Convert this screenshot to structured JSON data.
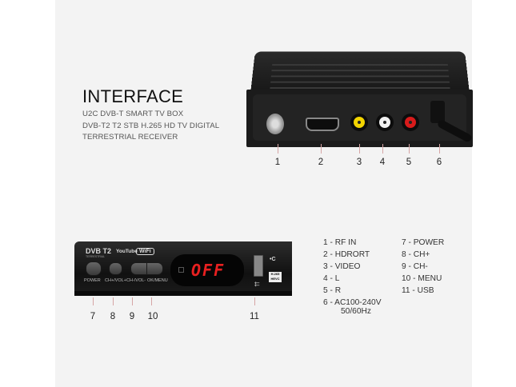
{
  "header": {
    "title": "INTERFACE",
    "subtitle_lines": [
      "U2C DVB-T SMART TV BOX",
      "DVB-T2 T2 STB H.265 HD TV DIGITAL",
      "TERRESTRIAL RECEIVER"
    ]
  },
  "back_view": {
    "callouts": [
      "1",
      "2",
      "3",
      "4",
      "5",
      "6"
    ],
    "rca_colors": {
      "video": "#f2d400",
      "left": "#f0f0f0",
      "right": "#d81b1b"
    }
  },
  "front_view": {
    "logos": {
      "dvb": "DVB T2",
      "dvb_sub": "TERRESTRIAL",
      "youtube": "YouTube",
      "wifi": "WiFi"
    },
    "button_labels": [
      "POWER",
      "CH+/VOL+",
      "CH-/VOL-",
      "OK/MENU"
    ],
    "display_text": "OFF",
    "usb_symbol": "⮄",
    "temp_label": "•C",
    "codec_badge": "H.265 HEVC",
    "callouts": [
      "7",
      "8",
      "9",
      "10",
      "11"
    ]
  },
  "legend": {
    "left": [
      "1 - RF IN",
      "2 - HDRORT",
      "3 - VIDEO",
      "4 - L",
      "5 - R",
      "6 - AC100-240V"
    ],
    "left_extra": "50/60Hz",
    "right": [
      "7 - POWER",
      "8 - CH+",
      "9 - CH-",
      "10 - MENU",
      "11 - USB"
    ]
  }
}
